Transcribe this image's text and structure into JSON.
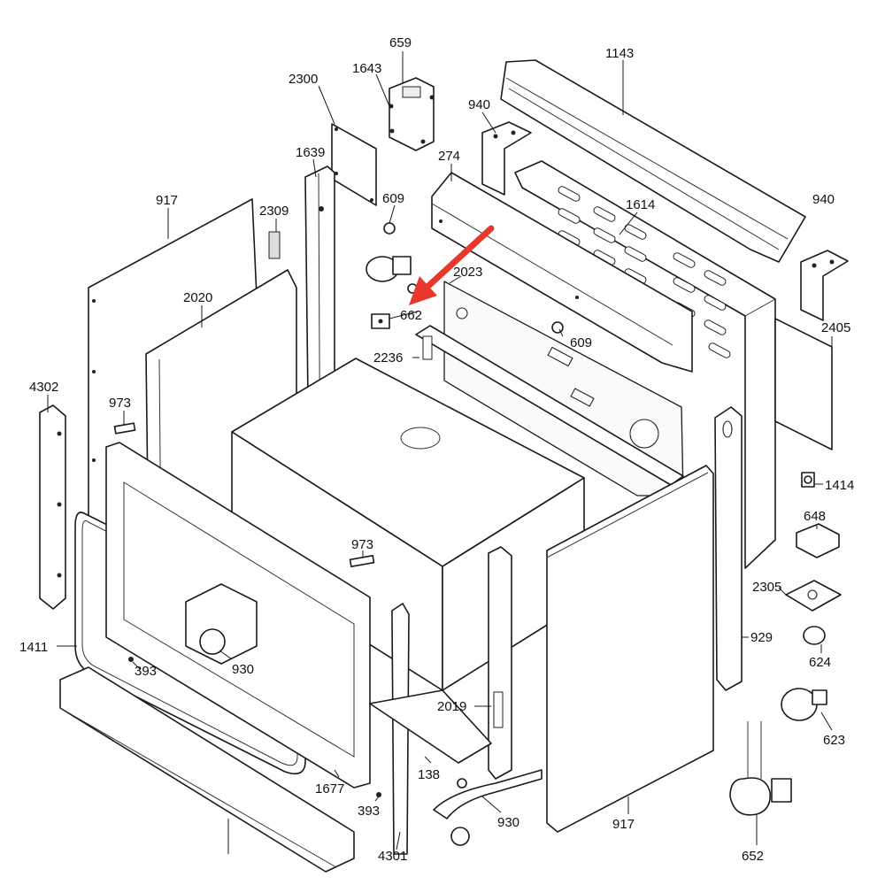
{
  "colors": {
    "arrow": "#e8372c",
    "line": "#1a1a1a",
    "background": "#ffffff"
  },
  "labels": {
    "l659": "659",
    "l1643": "1643",
    "l2300": "2300",
    "l1143": "1143",
    "l940a": "940",
    "l940b": "940",
    "l274": "274",
    "l1639": "1639",
    "l609a": "609",
    "l917a": "917",
    "l2309": "2309",
    "l1614": "1614",
    "l2020": "2020",
    "l2023": "2023",
    "l662": "662",
    "l609b": "609",
    "l2405": "2405",
    "l2236": "2236",
    "l4302": "4302",
    "l973a": "973",
    "l973b": "973",
    "l1414": "1414",
    "l648": "648",
    "l2305": "2305",
    "l929": "929",
    "l624": "624",
    "l1411": "1411",
    "l393a": "393",
    "l930a": "930",
    "l623": "623",
    "l2019": "2019",
    "l1677": "1677",
    "l138": "138",
    "l393b": "393",
    "l930b": "930",
    "l917b": "917",
    "l4301": "4301",
    "l652": "652"
  }
}
